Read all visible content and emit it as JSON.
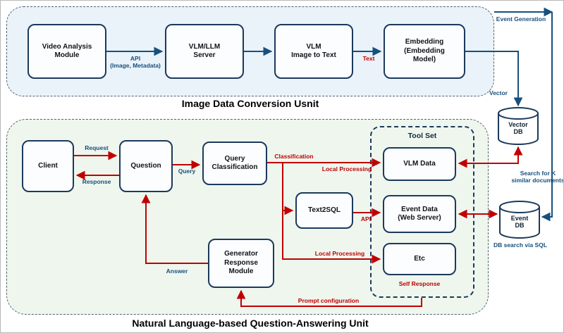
{
  "diagram": {
    "titles": {
      "top_unit": "Image Data Conversion Usnit",
      "bottom_unit": "Natural Language-based Question-Answering Unit",
      "tool_set": "Tool Set"
    },
    "nodes": {
      "video_analysis": "Video Analysis\nModule",
      "vlm_llm_server": "VLM/LLM\nServer",
      "vlm_image_to_text": "VLM\nImage to Text",
      "embedding": "Embedding\n(Embedding\nModel)",
      "vector_db": "Vector\nDB",
      "event_db": "Event\nDB",
      "client": "Client",
      "question": "Question",
      "query_classification": "Query\nClassification",
      "text2sql": "Text2SQL",
      "vlm_data": "VLM Data",
      "event_data": "Event Data\n(Web Server)",
      "etc": "Etc",
      "generator_response": "Generator\nResponse\nModule"
    },
    "edge_labels": {
      "api_image_metadata": "API\n(Image, Metadata)",
      "text": "Text",
      "event_generation": "Event Generation",
      "vector": "Vector",
      "request": "Request",
      "response": "Response",
      "query": "Query",
      "classification": "Classification",
      "local_processing_top": "Local Processing",
      "api": "API",
      "local_processing_bottom": "Local Processing",
      "answer": "Answer",
      "self_response": "Self Response",
      "prompt_configuration": "Prompt configuration",
      "search_for_k": "Search for K\nsimilar documents",
      "db_search_via_sql": "DB search via SQL"
    },
    "colors": {
      "node_border": "#1b3a5c",
      "blue_accent": "#17507e",
      "red_accent": "#c00000",
      "top_unit_fill": "#eaf2fa",
      "bottom_unit_fill": "#eef6ee"
    }
  }
}
